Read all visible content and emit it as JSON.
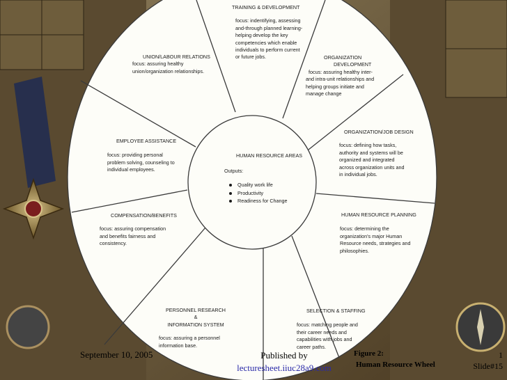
{
  "diagram": {
    "center": {
      "title": "HUMAN RESOURCE AREAS",
      "outputs_label": "Outputs:",
      "outputs": [
        "Quality work life",
        "Productivity",
        "Readiness for Change"
      ]
    },
    "segments": {
      "training": {
        "title": "TRAINING & DEVELOPMENT",
        "focus_lines": [
          "focus: indentifying, assessing",
          "and-through planned learning-",
          "helping develop the key",
          "competencies which enable",
          "individuals to perform current",
          "or future jobs."
        ]
      },
      "org_development": {
        "title_lines": [
          "ORGANIZATION",
          "DEVELOPMENT"
        ],
        "focus_lines": [
          "focus: assuring healthy inter-",
          "and intra-unit relationships and",
          "helping groups initiate and",
          "manage change"
        ]
      },
      "org_job_design": {
        "title": "ORGANIZATION/JOB DESIGN",
        "focus_lines": [
          "focus: defining how tasks,",
          "authority and systems will be",
          "organized and integrated",
          "across organization units and",
          "in individual jobs."
        ]
      },
      "hr_planning": {
        "title": "HUMAN RESOURCE PLANNING",
        "focus_lines": [
          "focus: determining the",
          "organization's major Human",
          "Resource needs, strategies and",
          "philosophies."
        ]
      },
      "selection": {
        "title": "SELECTION & STAFFING",
        "focus_lines": [
          "focus: matching people and",
          "their career needs and",
          "capabilities with jobs and",
          "career paths."
        ]
      },
      "personnel_research": {
        "title_lines": [
          "PERSONNEL RESEARCH",
          "&",
          "INFORMATION SYSTEM"
        ],
        "focus_lines": [
          "focus: assuring a personnel",
          "information base."
        ]
      },
      "compensation": {
        "title": "COMPENSATION/BENEFITS",
        "focus_lines": [
          "focus: assuring compensation",
          "and benefits fairness and",
          "consistency."
        ]
      },
      "employee_assistance": {
        "title": "EMPLOYEE ASSISTANCE",
        "focus_lines": [
          "focus: providing personal",
          "problem solving, counseling to",
          "individual employees."
        ]
      },
      "union_labour": {
        "title": "UNION/LABOUR RELATIONS",
        "focus_lines": [
          "focus: assuring healthy",
          "union/organization relationships."
        ]
      }
    }
  },
  "footer": {
    "date": "September 10, 2005",
    "published_by": "Published by",
    "url": "lecturesheet.iiuc28a9.com",
    "figure_label": "Figure 2:",
    "figure_caption": "Human Resource Wheel",
    "page": "1",
    "slide": "Slide#15"
  },
  "colors": {
    "wheel_fill": "#fdfdf8",
    "wheel_stroke": "#3a3a3a",
    "background": "#2e2418",
    "url": "#2a2aa8"
  },
  "icons": [
    "medal-decoration",
    "compass-decoration"
  ]
}
